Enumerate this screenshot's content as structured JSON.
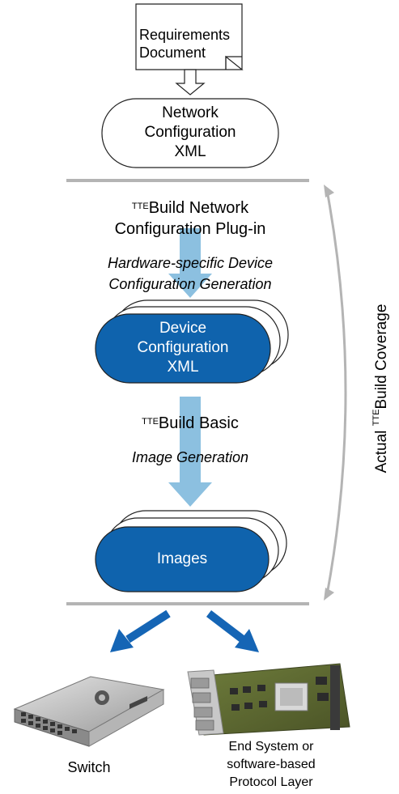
{
  "requirements_doc": {
    "line1": "Requirements",
    "line2": "Document"
  },
  "network_config_xml": {
    "line1": "Network",
    "line2": "Configuration",
    "line3": "XML"
  },
  "plugin_step": {
    "sup": "TTE",
    "title_line1": "Build Network",
    "title_line2": "Configuration Plug-in",
    "sub_line1": "Hardware-specific Device",
    "sub_line2": "Configuration Generation"
  },
  "device_config_xml": {
    "line1": "Device",
    "line2": "Configuration",
    "line3": "XML"
  },
  "basic_step": {
    "sup": "TTE",
    "title": "Build Basic",
    "sub": "Image Generation"
  },
  "images": {
    "label": "Images"
  },
  "coverage": {
    "prefix": "Actual ",
    "sup": "TTE",
    "suffix": "Build Coverage"
  },
  "switch": {
    "label": "Switch"
  },
  "end_system": {
    "line1": "End System or",
    "line2": "software-based",
    "line3": "Protocol Layer"
  },
  "colors": {
    "node_fill": "#0f63ad",
    "arrow_light": "#8cc0e0",
    "arrow_dark": "#1565b5",
    "divider": "#b4b4b4"
  }
}
